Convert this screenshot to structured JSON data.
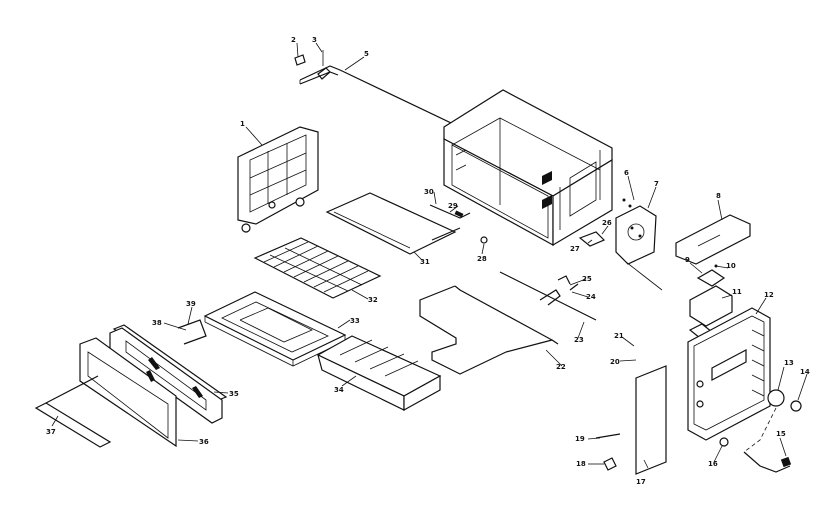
{
  "diagram": {
    "callouts": [
      "1",
      "2",
      "3",
      "5",
      "6",
      "7",
      "8",
      "9",
      "10",
      "11",
      "12",
      "13",
      "14",
      "15",
      "16",
      "17",
      "18",
      "19",
      "20",
      "21",
      "22",
      "23",
      "24",
      "25",
      "26",
      "27",
      "28",
      "29",
      "30",
      "31",
      "32",
      "33",
      "34",
      "35",
      "36",
      "37",
      "38",
      "39"
    ]
  }
}
